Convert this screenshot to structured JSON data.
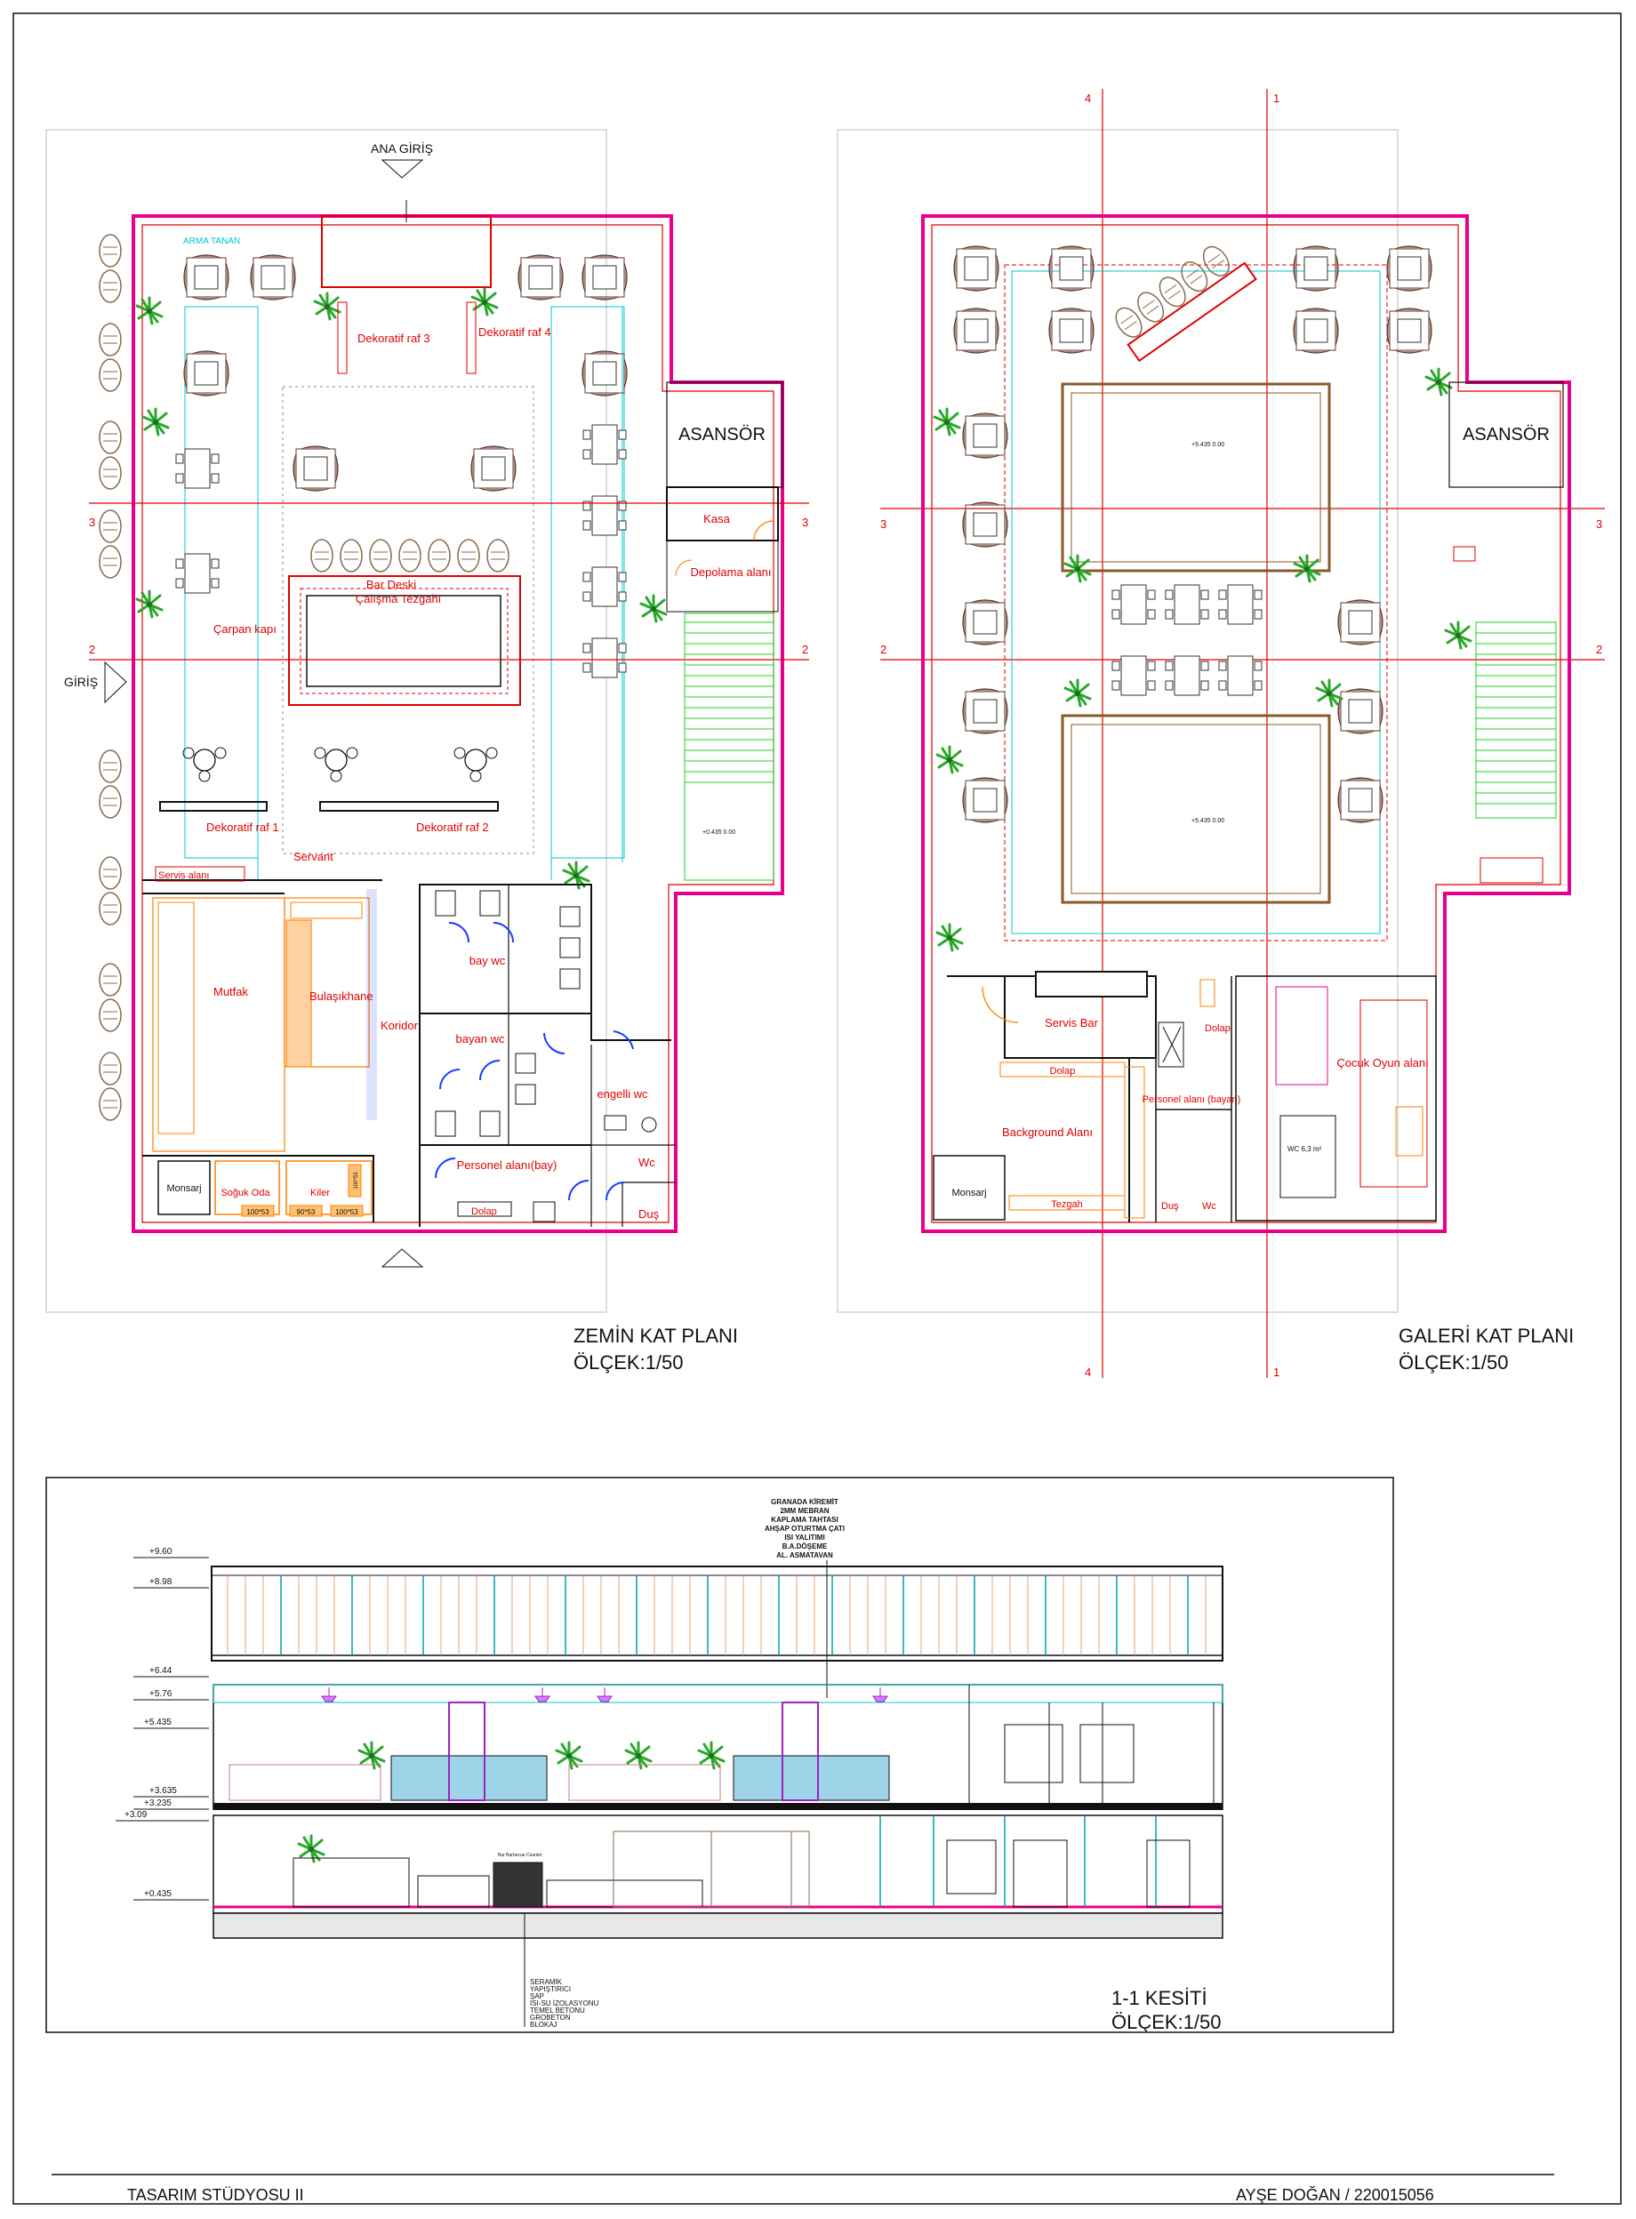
{
  "ground_plan": {
    "title": "ZEMİN KAT PLANI",
    "scale": "ÖLÇEK:1/50",
    "main_entrance": "ANA GİRİŞ",
    "side_entrance": "GİRİŞ",
    "elevator": "ASANSÖR",
    "rooms": {
      "armatanan": "ARMA TANAN",
      "raf3": "Dekoratif raf 3",
      "raf4": "Dekoratif raf 4",
      "bar_desk": "Bar Deski",
      "work_counter": "Çalışma Tezgahı",
      "swing_door": "Çarpan kapı",
      "cashier": "Kasa",
      "storage": "Depolama alanı",
      "raf1": "Dekoratif raf 1",
      "raf2": "Dekoratif raf 2",
      "servant": "Servant",
      "service_area": "Servis alanı",
      "kitchen": "Mutfak",
      "dishwash": "Bulaşıkhane",
      "corridor": "Koridor",
      "men_wc": "bay wc",
      "women_wc": "bayan wc",
      "disabled_wc": "engelli wc",
      "staff_area": "Personel alanı(bay)",
      "wc": "Wc",
      "shower": "Duş",
      "closet": "Dolap",
      "monsarj": "Monsarj",
      "cold_room": "Soğuk Oda",
      "pantry": "Kiler",
      "dim1": "100*53",
      "dim2": "90*53",
      "dim3": "100*53",
      "dim4": "100*53",
      "level": "+0.435 0.00"
    },
    "axes": [
      "3",
      "3",
      "2",
      "2"
    ]
  },
  "gallery_plan": {
    "title": "GALERİ KAT PLANI",
    "scale": "ÖLÇEK:1/50",
    "elevator": "ASANSÖR",
    "rooms": {
      "service_bar": "Servis Bar",
      "closet": "Dolap",
      "closet2": "Dolap",
      "background": "Background Alanı",
      "counter": "Tezgah",
      "monsarj": "Monsarj",
      "staff_area": "Personel alanı (bayan)",
      "shower": "Duş",
      "wc": "Wc",
      "wc_area": "WC 6,3 m²",
      "kids_area": "Çocuk Oyun alanı",
      "level1": "+5.435 0.00",
      "level2": "+5.435 0.00"
    },
    "axes": [
      "4",
      "1",
      "3",
      "3",
      "2",
      "2",
      "4",
      "1"
    ]
  },
  "section": {
    "title": "1-1 KESİTİ",
    "scale": "ÖLÇEK:1/50",
    "roof_notes": [
      "GRANADA KİREMİT",
      "2MM MEBRAN",
      "KAPLAMA TAHTASI",
      "AHŞAP OTURTMA ÇATI",
      "ISI YALITIMI",
      "B.A.DÖŞEME",
      "AL. ASMATAVAN"
    ],
    "floor_notes": [
      "SERAMİK",
      "YAPIŞTIRICI",
      "ŞAP",
      "ISI-SU İZOLASYONU",
      "TEMEL BETONU",
      "GROBETON",
      "BLOKAJ"
    ],
    "levels": [
      "+9.60",
      "+8.98",
      "+6.44",
      "+5.76",
      "+5.435",
      "+3.635",
      "+3.235",
      "+3.09",
      "+0.435"
    ],
    "bar_note": "Bar Barbecue Counter"
  },
  "footer": {
    "studio": "TASARIM STÜDYOSU II",
    "author": "AYŞE DOĞAN /  220015056"
  },
  "colors": {
    "wall": "#e8008c",
    "axis": "#e00000",
    "glass": "#00c8d0",
    "furniture": "#5a3b2a",
    "plant": "#2aa82a",
    "stair": "#20d020"
  }
}
